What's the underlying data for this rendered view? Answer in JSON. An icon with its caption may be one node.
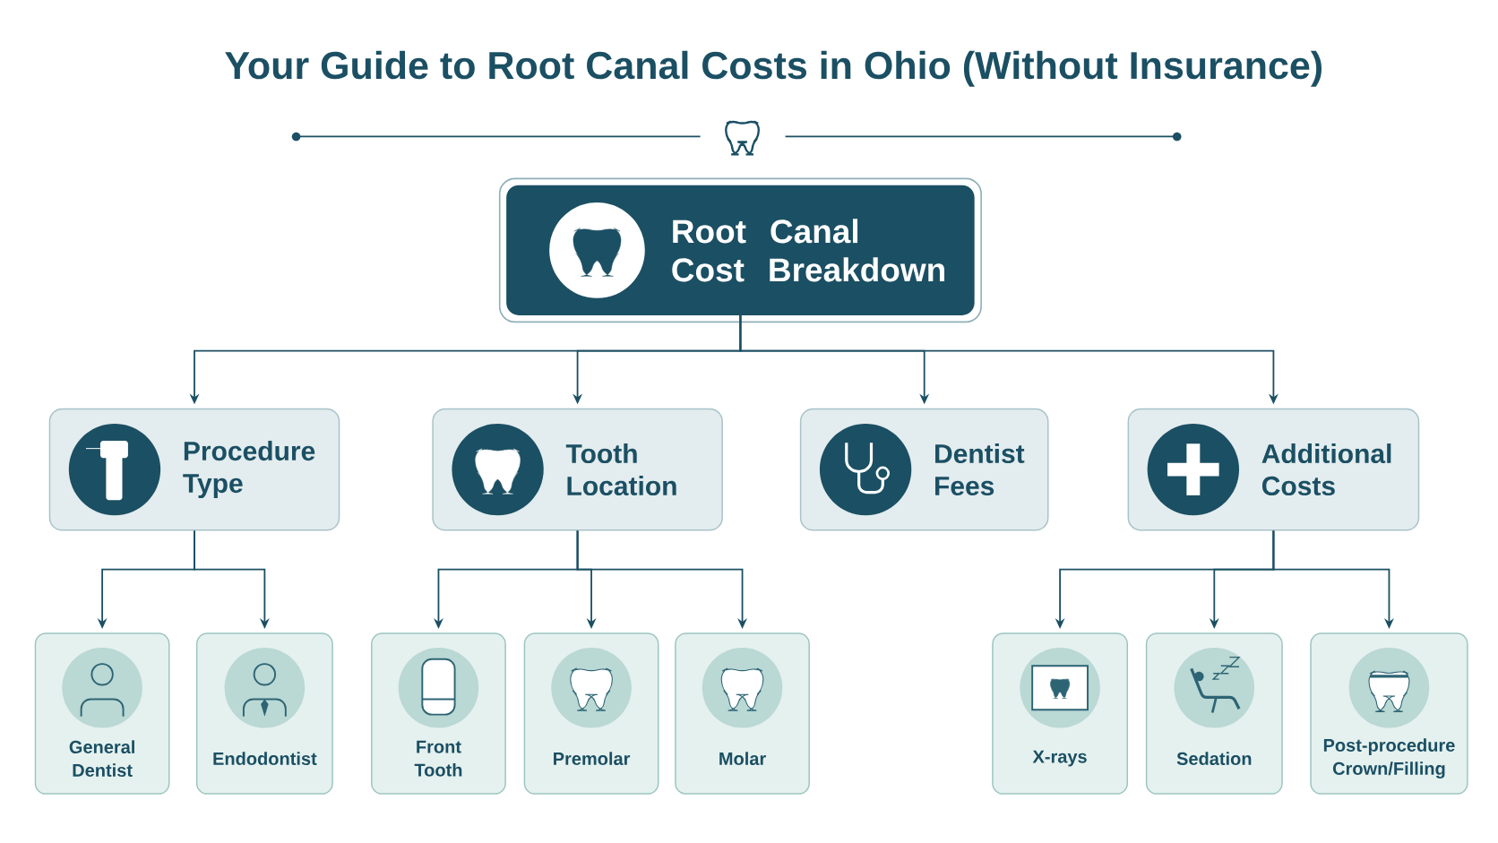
{
  "diagram": {
    "title": "Your Guide to Root Canal Costs in Ohio (Without Insurance)",
    "nodes": [
      {
        "text": [
          "Root Canal Cost Breakdown"
        ]
      },
      {
        "text": [
          "Procedure Type"
        ]
      },
      {
        "text": [
          "Tooth Location"
        ]
      },
      {
        "text": [
          "Dentist Fees"
        ]
      },
      {
        "text": [
          "Additional Costs"
        ]
      },
      {
        "text": [
          "General Dentist"
        ]
      },
      {
        "text": [
          "Endodontist"
        ]
      },
      {
        "text": [
          "Front Tooth"
        ]
      },
      {
        "text": [
          "Premolar"
        ]
      },
      {
        "text": [
          "Molar"
        ]
      },
      {
        "text": [
          "X-rays"
        ]
      },
      {
        "text": [
          "Sedation"
        ]
      },
      {
        "text": [
          "Post-procedure Crown/Filling"
        ]
      }
    ],
    "edges": [
      {
        "from": 0,
        "to": 1,
        "arrow": "to"
      },
      {
        "from": 0,
        "to": 2,
        "arrow": "to"
      },
      {
        "from": 0,
        "to": 3,
        "arrow": "to"
      },
      {
        "from": 0,
        "to": 4,
        "arrow": "to"
      },
      {
        "from": 1,
        "to": 5,
        "arrow": "to"
      },
      {
        "from": 1,
        "to": 6,
        "arrow": "to"
      },
      {
        "from": 2,
        "to": 7,
        "arrow": "to"
      },
      {
        "from": 2,
        "to": 8,
        "arrow": "to"
      },
      {
        "from": 2,
        "to": 9,
        "arrow": "to"
      },
      {
        "from": 4,
        "to": 10,
        "arrow": "to"
      },
      {
        "from": 4,
        "to": 11,
        "arrow": "to"
      },
      {
        "from": 4,
        "to": 12,
        "arrow": "to"
      }
    ]
  }
}
